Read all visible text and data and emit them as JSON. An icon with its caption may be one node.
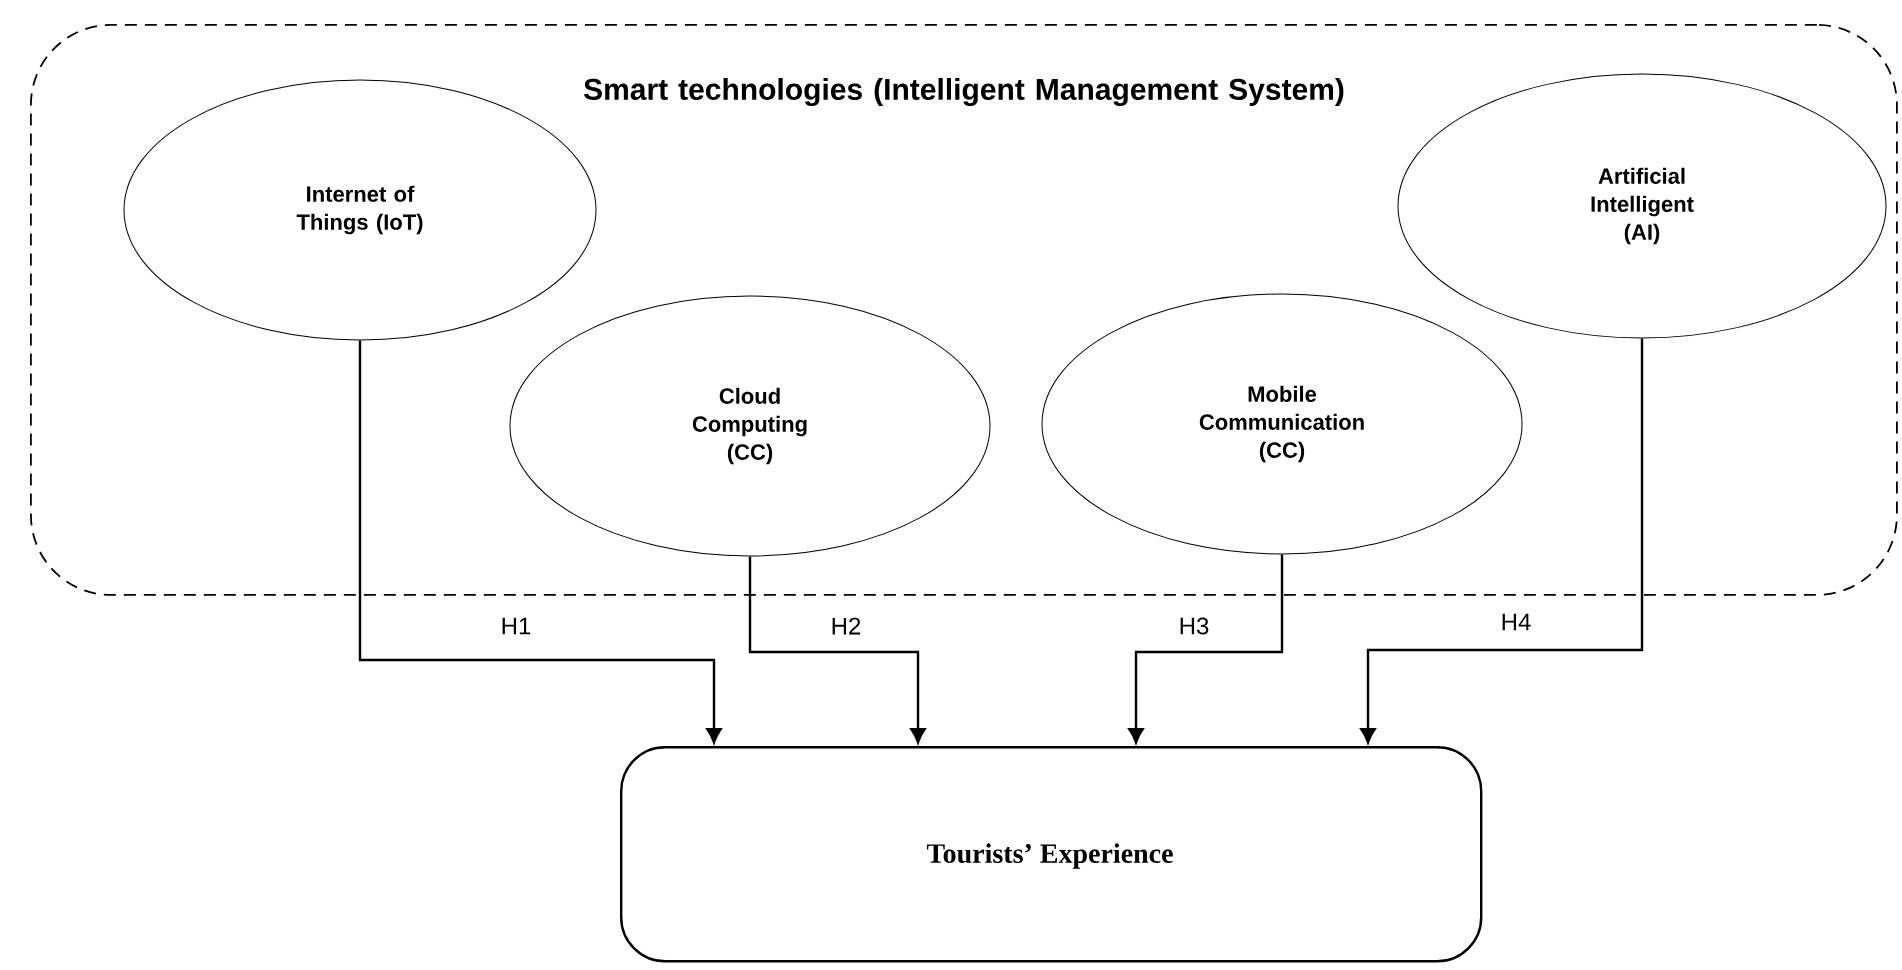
{
  "diagram": {
    "nodes": [
      {
        "text": [
          "Smart technologies (Intelligent Management System)"
        ]
      },
      {
        "text": [
          "Internet of Things (IoT)"
        ],
        "in": 0
      },
      {
        "text": [
          "Cloud Computing (CC)"
        ],
        "in": 0
      },
      {
        "text": [
          "Mobile Communication (CC)"
        ],
        "in": 0
      },
      {
        "text": [
          "Artificial Intelligent (AI)"
        ],
        "in": 0
      },
      {
        "text": [
          "Tourists’ Experience"
        ]
      }
    ],
    "edges": [
      {
        "from": 1,
        "to": 5,
        "arrow": "to",
        "label": "H1"
      },
      {
        "from": 2,
        "to": 5,
        "arrow": "to",
        "label": "H2"
      },
      {
        "from": 3,
        "to": 5,
        "arrow": "to",
        "label": "H3"
      },
      {
        "from": 4,
        "to": 5,
        "arrow": "to",
        "label": "H4"
      }
    ]
  }
}
